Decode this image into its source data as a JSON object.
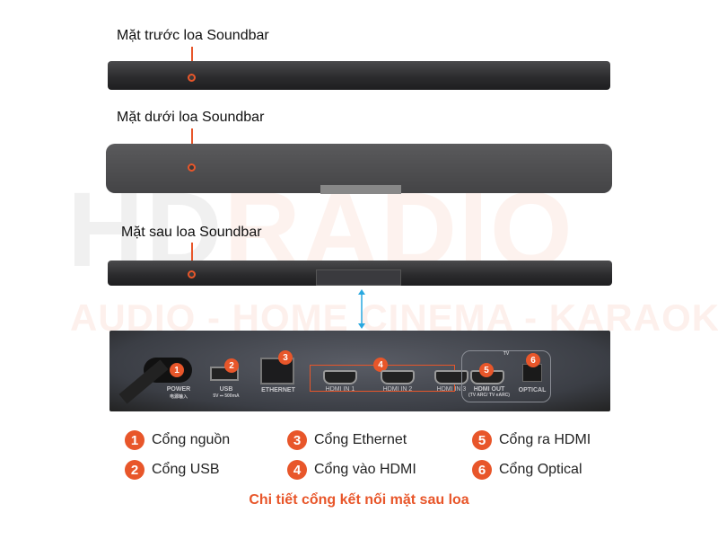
{
  "watermark": {
    "logo": "HDRADIO",
    "tagline": "AUDIO - HOME CINEMA - KARAOKE"
  },
  "views": [
    {
      "label": "Mặt trước loa Soundbar"
    },
    {
      "label": "Mặt dưới loa Soundbar"
    },
    {
      "label": "Mặt sau loa Soundbar"
    }
  ],
  "panel": {
    "ports": [
      {
        "num": "1",
        "label": "POWER",
        "sub": "电源输入"
      },
      {
        "num": "2",
        "label": "USB",
        "sub": "5V ⎓ 500mA"
      },
      {
        "num": "3",
        "label": "ETHERNET"
      },
      {
        "num": "4",
        "label": "HDMI IN 1"
      },
      {
        "label": "HDMI IN 2"
      },
      {
        "label": "HDMI IN 3"
      },
      {
        "num": "5",
        "label": "HDMI OUT",
        "sub": "(TV ARC/ TV eARC)"
      },
      {
        "num": "6",
        "label": "OPTICAL"
      }
    ],
    "tv_group": "TV"
  },
  "legend": [
    {
      "num": "1",
      "label": "Cổng nguồn"
    },
    {
      "num": "2",
      "label": "Cổng USB"
    },
    {
      "num": "3",
      "label": "Cổng Ethernet"
    },
    {
      "num": "4",
      "label": "Cổng vào HDMI"
    },
    {
      "num": "5",
      "label": "Cổng ra HDMI"
    },
    {
      "num": "6",
      "label": "Cổng Optical"
    }
  ],
  "caption": "Chi tiết cổng kết nối mặt sau loa",
  "colors": {
    "accent": "#e8562a",
    "arrow": "#29a8e0"
  }
}
